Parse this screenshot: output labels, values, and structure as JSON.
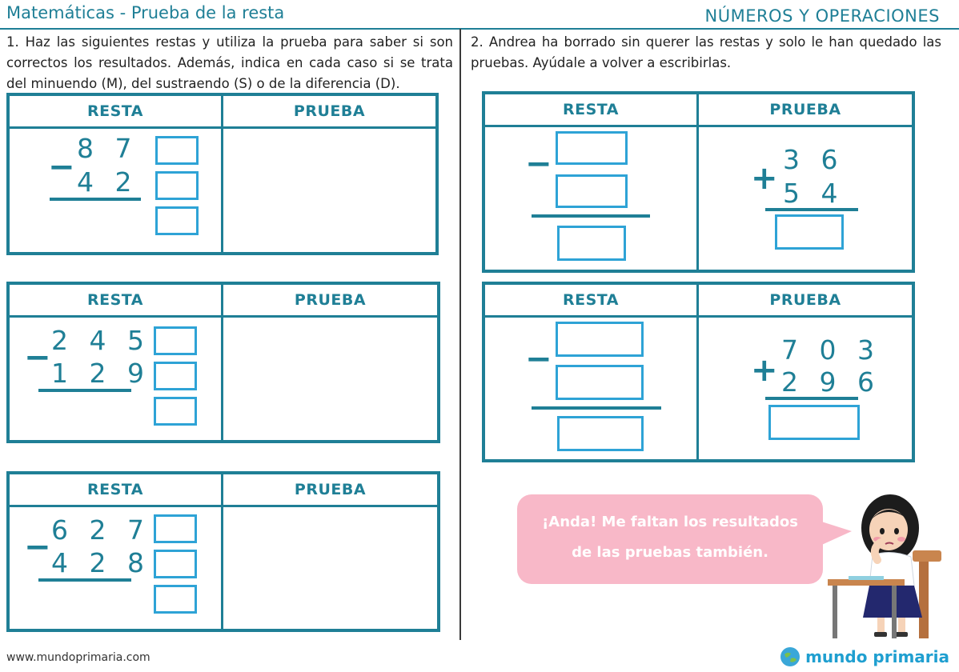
{
  "header": {
    "title": "Matemáticas - Prueba de la resta",
    "topic": "NÚMEROS Y OPERACIONES"
  },
  "exercise1": {
    "instruction": "1. Haz las siguientes restas y utiliza la prueba para saber si son correctos los resultados. Además, indica en cada caso si se trata del minuendo (M), del sustraendo (S) o de la diferencia (D).",
    "col_resta": "RESTA",
    "col_prueba": "PRUEBA",
    "problems": [
      {
        "minuend": "8 7",
        "subtrahend": "4 2"
      },
      {
        "minuend": "2 4 5",
        "subtrahend": "1 2 9"
      },
      {
        "minuend": "6 2 7",
        "subtrahend": "4 2 8"
      }
    ]
  },
  "exercise2": {
    "instruction": "2. Andrea ha borrado sin querer las restas y solo le han quedado las pruebas. Ayúdale a volver a escribirlas.",
    "col_resta": "RESTA",
    "col_prueba": "PRUEBA",
    "problems": [
      {
        "addend1": "3 6",
        "addend2": "5 4"
      },
      {
        "addend1": "7 0 3",
        "addend2": "2 9 6"
      }
    ]
  },
  "speech_bubble": {
    "line1": "¡Anda! Me faltan los resultados",
    "line2": "de las pruebas también."
  },
  "footer": {
    "website": "www.mundoprimaria.com",
    "brand": "mundo primaria"
  },
  "colors": {
    "accent": "#1f7f96",
    "box_border": "#2ea3d6",
    "bubble": "#f8b8c8"
  }
}
